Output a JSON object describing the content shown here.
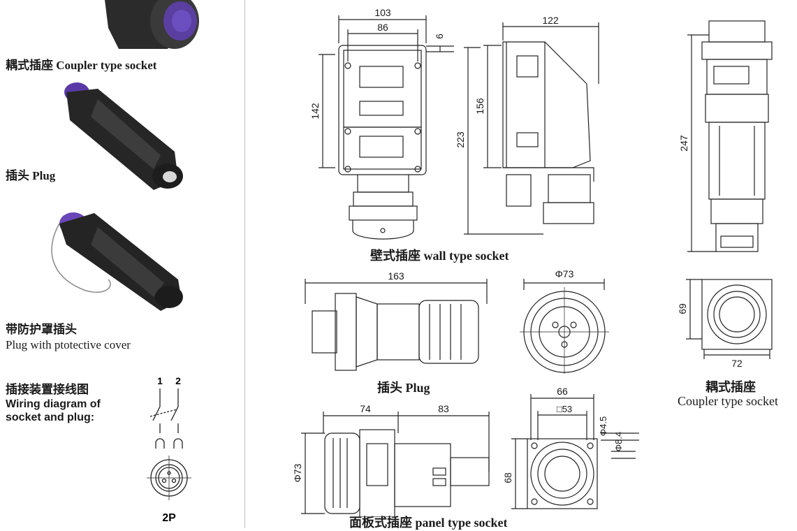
{
  "left": {
    "coupler_label": "耦式插座 Coupler type socket",
    "plug_label": "插头 Plug",
    "cover_label_cn": "带防护罩插头",
    "cover_label_en": "Plug with ptotective cover",
    "wiring_cn": "插接装置接线图",
    "wiring_en1": "Wiring diagram of",
    "wiring_en2": "socket and plug:",
    "pole1": "1",
    "pole2": "2",
    "poles": "2P"
  },
  "wall": {
    "caption": "壁式插座 wall type socket",
    "dim_103": "103",
    "dim_86": "86",
    "dim_6": "6",
    "dim_122": "122",
    "dim_142": "142",
    "dim_156": "156",
    "dim_223": "223"
  },
  "coupler": {
    "dim_247": "247",
    "dim_69": "69",
    "dim_72": "72",
    "caption_cn": "耦式插座",
    "caption_en": "Coupler type socket"
  },
  "plug": {
    "dim_163": "163",
    "dim_phi73": "Φ73",
    "caption": "插头 Plug"
  },
  "panel": {
    "dim_74": "74",
    "dim_83": "83",
    "dim_phi73": "Φ73",
    "dim_66": "66",
    "dim_sq53": "□53",
    "dim_phi45": "Φ4.5",
    "dim_phi84": "Φ8.4",
    "dim_68": "68",
    "caption": "面板式插座 panel type socket"
  }
}
